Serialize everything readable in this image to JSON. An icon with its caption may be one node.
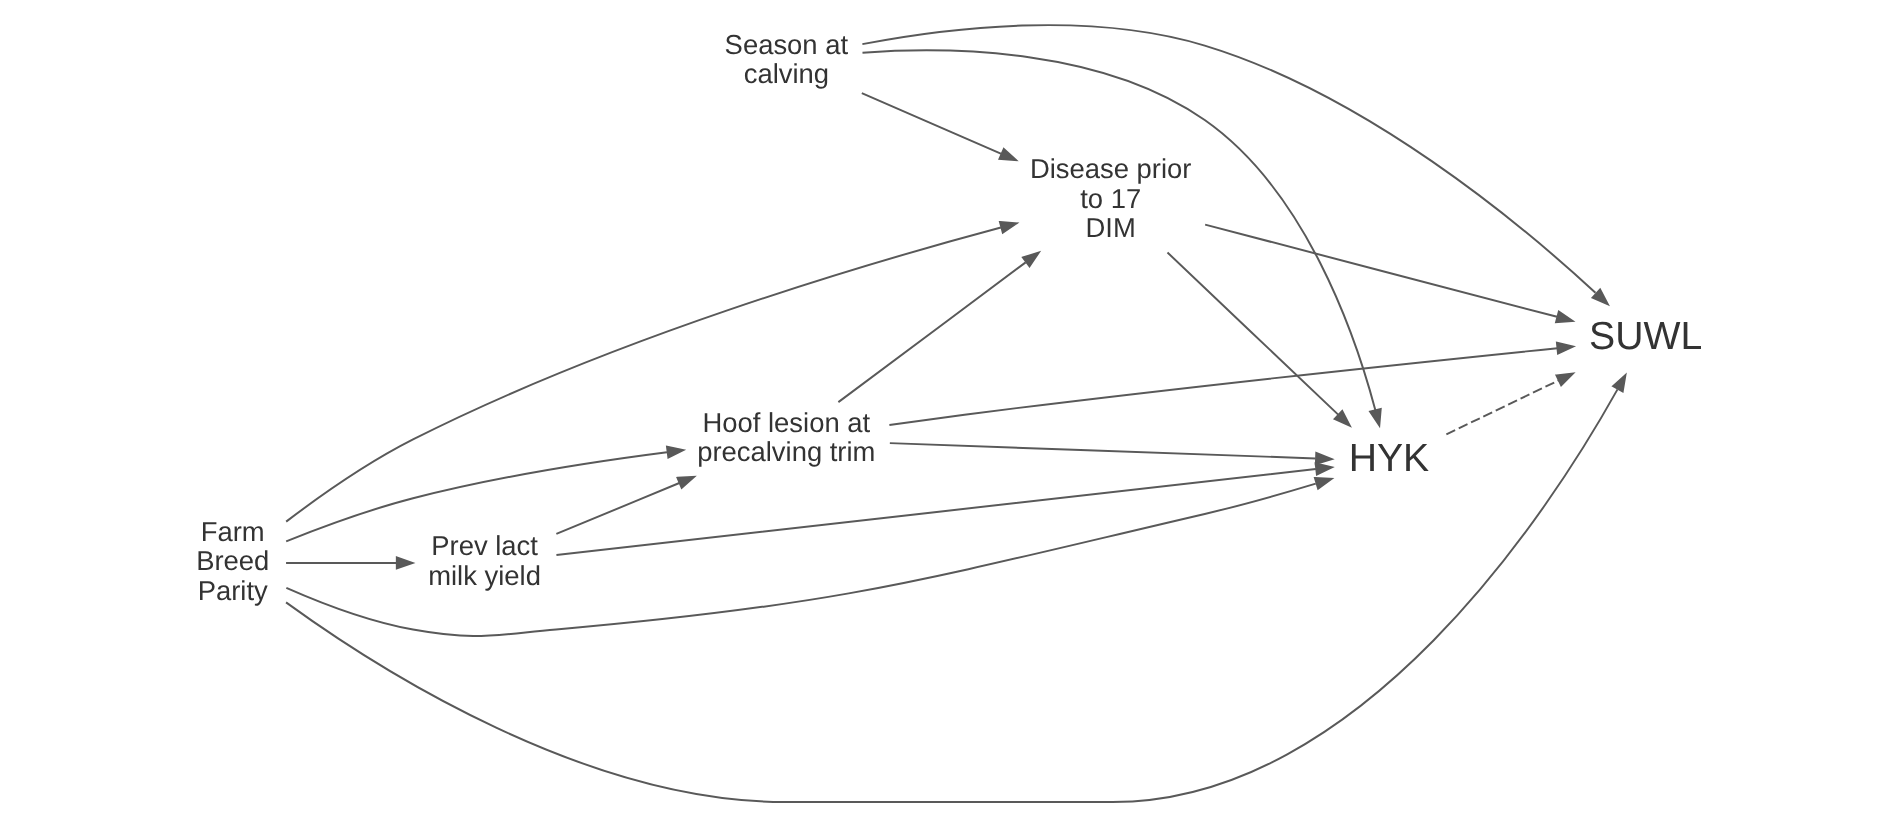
{
  "diagram": {
    "nodes": [
      {
        "text": [
          "Season at calving"
        ]
      },
      {
        "text": [
          "Hoof lesion at precalving trim"
        ]
      },
      {
        "text": [
          "Farm Breed Parity"
        ]
      },
      {
        "text": [
          "HYK"
        ]
      },
      {
        "text": [
          "SUWL"
        ]
      },
      {
        "text": [
          "Prev lact milk yield"
        ]
      },
      {
        "text": [
          "Disease prior to 17 DIM"
        ]
      }
    ],
    "edges": [
      {
        "from": 2,
        "to": 1,
        "arrow": "to"
      },
      {
        "from": 2,
        "to": 5,
        "arrow": "to"
      },
      {
        "from": 2,
        "to": 3,
        "arrow": "to"
      },
      {
        "from": 2,
        "to": 4,
        "arrow": "to"
      },
      {
        "from": 2,
        "to": 6,
        "arrow": "to"
      },
      {
        "from": 5,
        "to": 1,
        "arrow": "to"
      },
      {
        "from": 5,
        "to": 3,
        "arrow": "to"
      },
      {
        "from": 1,
        "to": 3,
        "arrow": "to"
      },
      {
        "from": 1,
        "to": 6,
        "arrow": "to"
      },
      {
        "from": 1,
        "to": 4,
        "arrow": "to"
      },
      {
        "from": 0,
        "to": 3,
        "arrow": "to"
      },
      {
        "from": 0,
        "to": 6,
        "arrow": "to"
      },
      {
        "from": 0,
        "to": 4,
        "arrow": "to"
      },
      {
        "from": 6,
        "to": 3,
        "arrow": "to"
      },
      {
        "from": 6,
        "to": 4,
        "arrow": "to"
      },
      {
        "from": 3,
        "to": 4,
        "arrow": "to",
        "style": "dashed"
      }
    ]
  }
}
